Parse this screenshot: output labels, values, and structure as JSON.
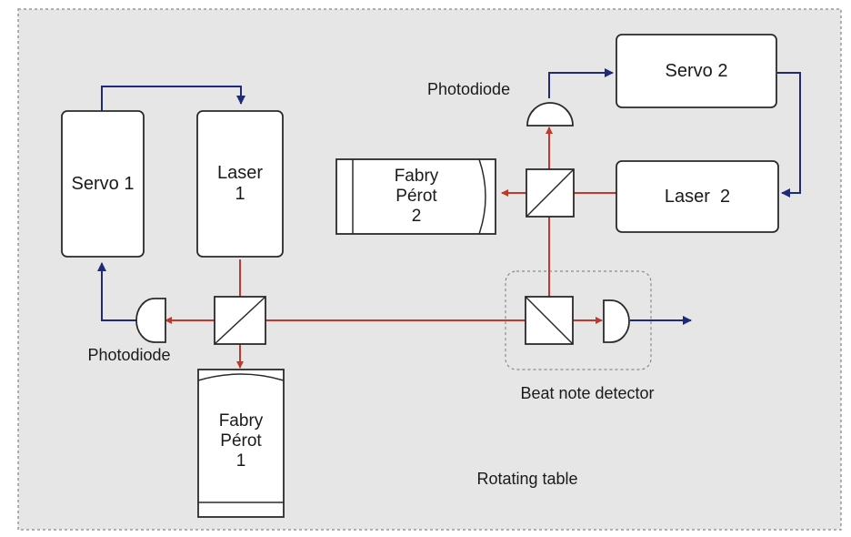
{
  "labels": {
    "servo1": "Servo 1",
    "laser1": "Laser\n1",
    "servo2": "Servo 2",
    "laser2": "Laser  2",
    "fabry_perot_1": "Fabry\nPérot\n1",
    "fabry_perot_2": "Fabry\nPérot\n2",
    "photodiode_left": "Photodiode",
    "photodiode_top": "Photodiode",
    "beat_note_detector": "Beat note detector",
    "rotating_table": "Rotating table"
  },
  "colors": {
    "background": "#e6e6e6",
    "table_border": "#9a9a9a",
    "component_fill": "#ffffff",
    "component_stroke": "#2a2a2a",
    "laser_beam": "#c0392b",
    "signal_line": "#1f2a7a",
    "detector_group_border": "#8a8a8a"
  },
  "icons": {
    "beam_splitter": "beam-splitter-icon",
    "photodiode": "photodiode-icon",
    "mirror": "curved-mirror-icon"
  }
}
